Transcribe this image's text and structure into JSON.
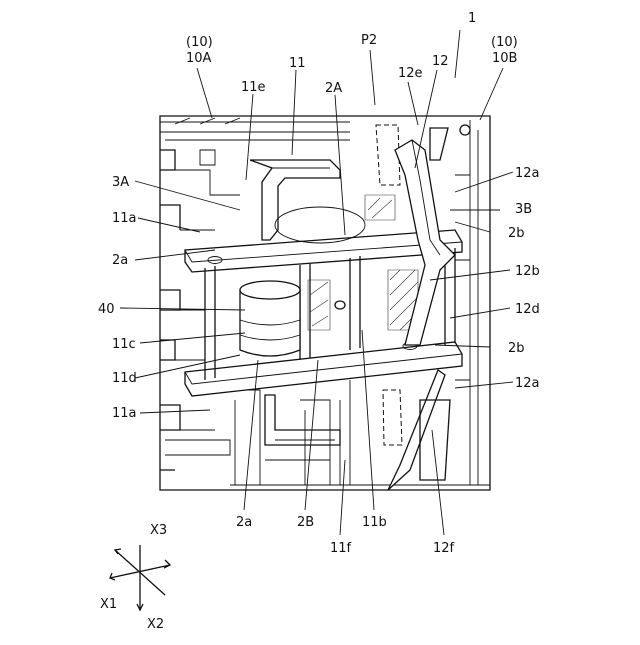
{
  "labels": {
    "l1": "1",
    "l10a_paren": "(10)",
    "l10a": "10A",
    "l10b_paren": "(10)",
    "l10b": "10B",
    "p2": "P2",
    "l11": "11",
    "l11e": "11e",
    "l2A": "2A",
    "l12e": "12e",
    "l12": "12",
    "l12a_top": "12a",
    "l3A": "3A",
    "l3B": "3B",
    "l11a_top": "11a",
    "l2b_top": "2b",
    "l2a_top": "2a",
    "l12b": "12b",
    "l40": "40",
    "l12d": "12d",
    "l11c": "11c",
    "l2b_mid": "2b",
    "l11d": "11d",
    "l12a_bot": "12a",
    "l11a_bot": "11a",
    "l2a_bot": "2a",
    "l2B": "2B",
    "l11b": "11b",
    "l11f": "11f",
    "l12f": "12f",
    "ax_x3": "X3",
    "ax_x1": "X1",
    "ax_x2": "X2"
  }
}
